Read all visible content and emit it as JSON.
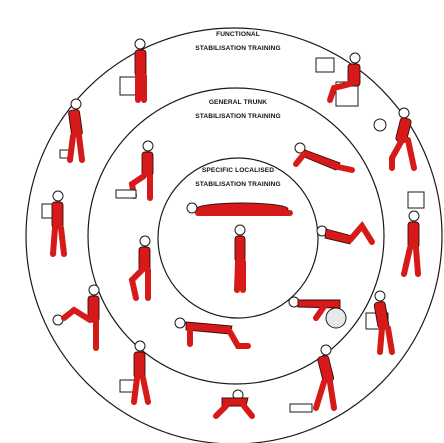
{
  "rings": {
    "outer": {
      "title_line1": "FUNCTIONAL",
      "title_line2": "STABILISATION TRAINING"
    },
    "middle": {
      "title_line1": "GENERAL TRUNK",
      "title_line2": "STABILISATION TRAINING"
    },
    "inner": {
      "title_line1": "SPECIFIC LOCALISED",
      "title_line2": "STABILISATION TRAINING"
    }
  },
  "colors": {
    "figure": "#d61a1a",
    "ring_line": "#1a1a1a",
    "background": "#ffffff"
  }
}
